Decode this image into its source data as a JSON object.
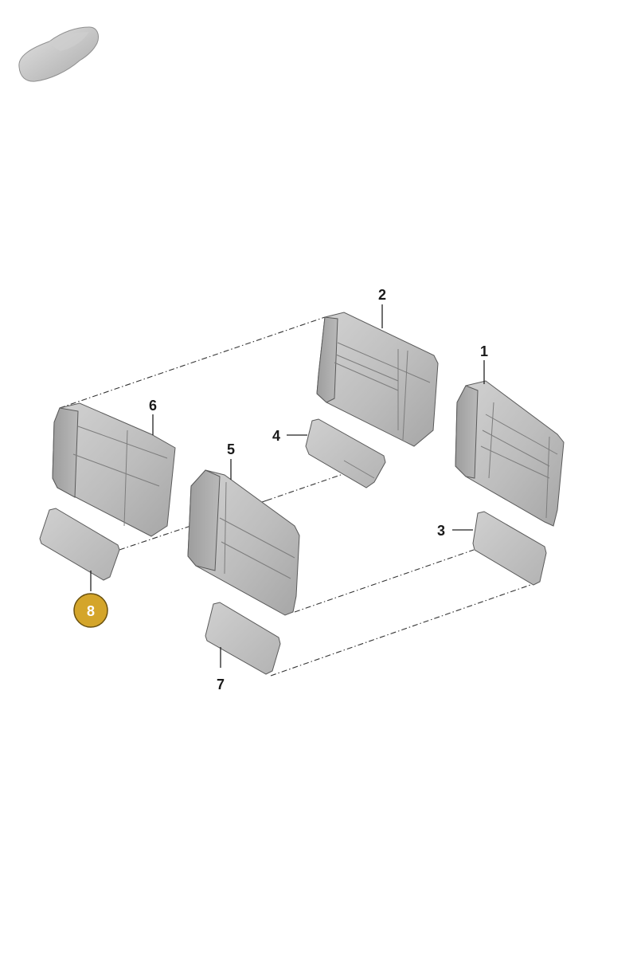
{
  "diagram": {
    "vehicle_icon": "car-silhouette-icon",
    "callouts": [
      {
        "id": "1",
        "label": "1"
      },
      {
        "id": "2",
        "label": "2"
      },
      {
        "id": "3",
        "label": "3"
      },
      {
        "id": "4",
        "label": "4"
      },
      {
        "id": "5",
        "label": "5"
      },
      {
        "id": "6",
        "label": "6"
      },
      {
        "id": "7",
        "label": "7"
      },
      {
        "id": "8",
        "label": "8",
        "highlighted": true
      }
    ],
    "colors": {
      "part_fill": "#c4c4c4",
      "part_shade": "#a8a8a8",
      "part_edge": "#5a5a5a",
      "highlight_fill": "#d4a52a",
      "highlight_stroke": "#6b5210"
    }
  }
}
